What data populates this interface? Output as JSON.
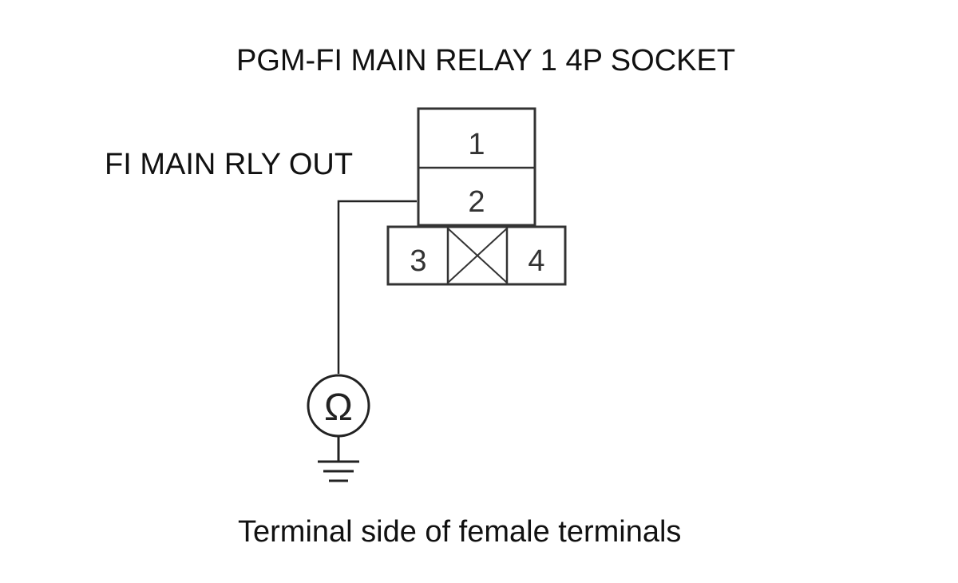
{
  "diagram": {
    "title": "PGM-FI MAIN RELAY 1 4P SOCKET",
    "wire_label": "FI MAIN RLY OUT",
    "caption": "Terminal side of female terminals",
    "connector": {
      "terminals": [
        "1",
        "2",
        "3",
        "4"
      ],
      "probed_terminal": "2",
      "blank_cavity": "unused-cavity"
    },
    "meter": {
      "symbol": "Ω",
      "icon": "ohmmeter-icon"
    },
    "ground_icon": "ground-icon"
  }
}
